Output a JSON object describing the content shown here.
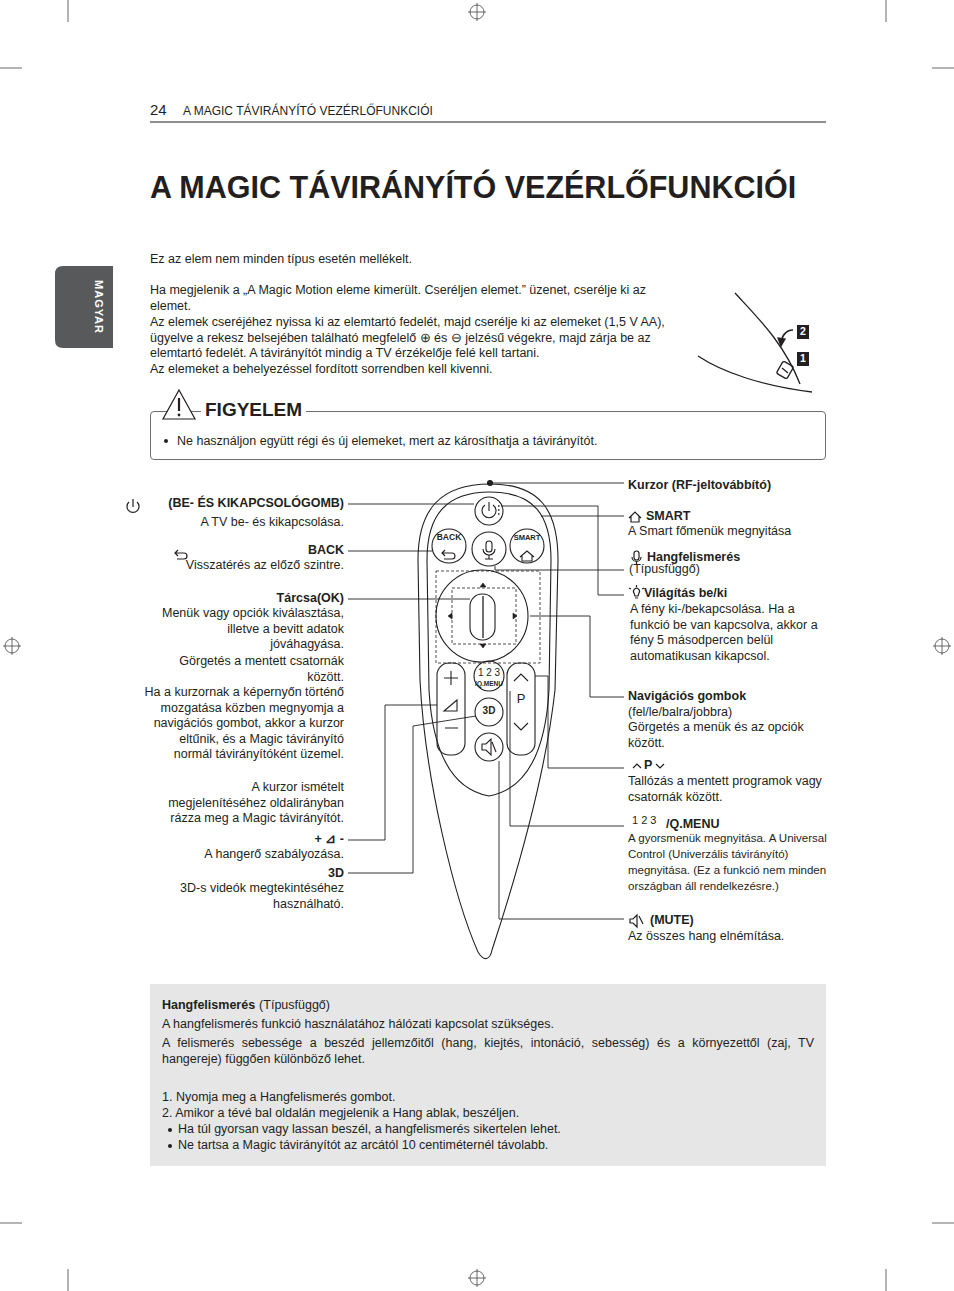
{
  "diagram": {
    "title": "A MAGIC TÁVIRÁNYÍTÓ VEZÉRLŐFUNKCIÓI",
    "nodes": [
      {
        "text": [
          "FIGYELEM",
          "Ne használjon együtt régi és új elemeket, mert az károsíthatja a távirányítót."
        ]
      },
      {
        "text": [
          "Hangfelismerés",
          "(Típusfüggő)",
          "A hangfelismerés funkció használatához hálózati kapcsolat szükséges.",
          "A felismerés sebessége a beszéd jellemzőitől (hang, kiejtés, intonáció, sebesség) és a környezettől (zaj, TV hangereje) függően különböző lehet.",
          "1. Nyomja meg a Hangfelismerés gombot.",
          "2. Amikor a tévé bal oldalán megjelenik a Hang ablak, beszéljen.",
          "Ha túl gyorsan vagy lassan beszél, a hangfelismerés sikertelen lehet.",
          "Ne tartsa a Magic távirányítót az arcától 10 centiméternél távolabb."
        ]
      }
    ],
    "labels": [
      "24",
      "A MAGIC TÁVIRÁNYÍTÓ VEZÉRLŐFUNKCIÓI",
      "MAGYAR",
      "Ez az elem nem minden típus esetén mellékelt.",
      "Ha megjelenik a „A Magic Motion eleme kimerült. Cseréljen elemet.” üzenet, cserélje ki az elemet.",
      "Az elemek cseréjéhez nyissa ki az elemtartó fedelét, majd cserélje ki az elemeket (1,5 V AA), ügyelve a rekesz belsejében található megfelelő ⊕ és ⊖ jelzésű végekre, majd zárja be az elemtartó fedelét. A távirányítót mindig a TV érzékelője felé kell tartani.",
      "Az elemeket a behelyezéssel fordított sorrendben kell kivenni.",
      "2",
      "1",
      "(BE- ÉS KIKAPCSOLÓGOMB)",
      "A TV be- és kikapcsolása.",
      "BACK",
      "Visszatérés az előző szintre.",
      "Tárcsa(OK)",
      "Menük vagy opciók kiválasztása, illetve a bevitt adatok jóváhagyása.",
      "Görgetés a mentett csatornák között.",
      "Ha a kurzornak a képernyőn történő mozgatása közben megnyomja a navigációs gombot, akkor a kurzor eltűnik, és a Magic távirányító normál távirányítóként üzemel.",
      "A kurzor ismételt megjelenítéséhez oldalirányban rázza meg a Magic távirányítót.",
      "+ ⊿ -",
      "A hangerő szabályozása.",
      "3D",
      "3D-s videók megtekintéséhez használható.",
      "Kurzor (RF-jeltovábbító)",
      "SMART",
      "A Smart főmenük megnyitása",
      "Hangfelismerés",
      "(Típusfüggő)",
      "Világítás be/ki",
      "A fény ki-/bekapcsolása. Ha a funkció be van kapcsolva, akkor a fény 5 másodpercen belül automatikusan kikapcsol.",
      "Navigációs gombok",
      "(fel/le/balra/jobbra)",
      "Görgetés a menük és az opciók között.",
      "P",
      "Tallózás a mentett programok vagy csatornák között.",
      "1 2 3",
      "/Q.MENU",
      "A gyorsmenük megnyitása. A Universal Control (Univerzális távirányító) megnyitása. (Ez a funkció nem minden országban áll rendelkezésre.)",
      "(MUTE)",
      "Az összes hang elnémítása.",
      "BACK",
      "SMART",
      "1 2 3",
      "/Q.MENU",
      "3D",
      "P"
    ]
  }
}
